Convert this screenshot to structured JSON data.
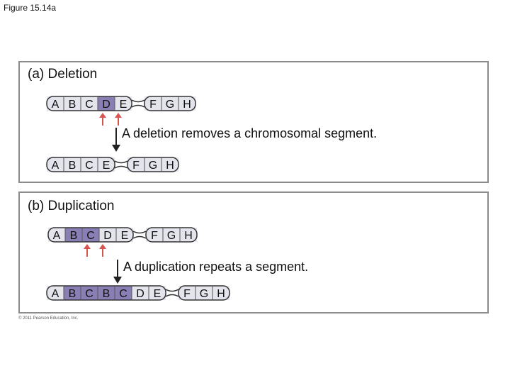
{
  "figure_label": "Figure 15.14a",
  "copyright": "© 2011 Pearson Education, Inc.",
  "panels": [
    {
      "title": "(a) Deletion",
      "caption": "A deletion removes a chromosomal segment.",
      "before": [
        {
          "label": "A",
          "color": "#e4e4ec"
        },
        {
          "label": "B",
          "color": "#e4e4ec"
        },
        {
          "label": "C",
          "color": "#e4e4ec"
        },
        {
          "label": "D",
          "color": "#8a7fb5"
        },
        {
          "label": "E",
          "color": "#e4e4ec"
        },
        {
          "label": "F",
          "color": "#e4e4ec",
          "centromere_before": true
        },
        {
          "label": "G",
          "color": "#e4e4ec"
        },
        {
          "label": "H",
          "color": "#e4e4ec"
        }
      ],
      "after": [
        {
          "label": "A",
          "color": "#e4e4ec"
        },
        {
          "label": "B",
          "color": "#e4e4ec"
        },
        {
          "label": "C",
          "color": "#e4e4ec"
        },
        {
          "label": "E",
          "color": "#e4e4ec"
        },
        {
          "label": "F",
          "color": "#e4e4ec",
          "centromere_before": true
        },
        {
          "label": "G",
          "color": "#e4e4ec"
        },
        {
          "label": "H",
          "color": "#e4e4ec"
        }
      ],
      "highlight_color": "#8a7fb5",
      "marker_color": "#d9534f"
    },
    {
      "title": "(b) Duplication",
      "caption": "A duplication repeats a segment.",
      "before": [
        {
          "label": "A",
          "color": "#e4e4ec"
        },
        {
          "label": "B",
          "color": "#8a7fb5"
        },
        {
          "label": "C",
          "color": "#8a7fb5"
        },
        {
          "label": "D",
          "color": "#e4e4ec"
        },
        {
          "label": "E",
          "color": "#e4e4ec"
        },
        {
          "label": "F",
          "color": "#e4e4ec",
          "centromere_before": true
        },
        {
          "label": "G",
          "color": "#e4e4ec"
        },
        {
          "label": "H",
          "color": "#e4e4ec"
        }
      ],
      "after": [
        {
          "label": "A",
          "color": "#e4e4ec"
        },
        {
          "label": "B",
          "color": "#8a7fb5"
        },
        {
          "label": "C",
          "color": "#8a7fb5"
        },
        {
          "label": "B",
          "color": "#8a7fb5"
        },
        {
          "label": "C",
          "color": "#8a7fb5"
        },
        {
          "label": "D",
          "color": "#e4e4ec"
        },
        {
          "label": "E",
          "color": "#e4e4ec"
        },
        {
          "label": "F",
          "color": "#e4e4ec",
          "centromere_before": true
        },
        {
          "label": "G",
          "color": "#e4e4ec"
        },
        {
          "label": "H",
          "color": "#e4e4ec"
        }
      ],
      "highlight_color": "#8a7fb5",
      "marker_color": "#d9534f"
    }
  ]
}
